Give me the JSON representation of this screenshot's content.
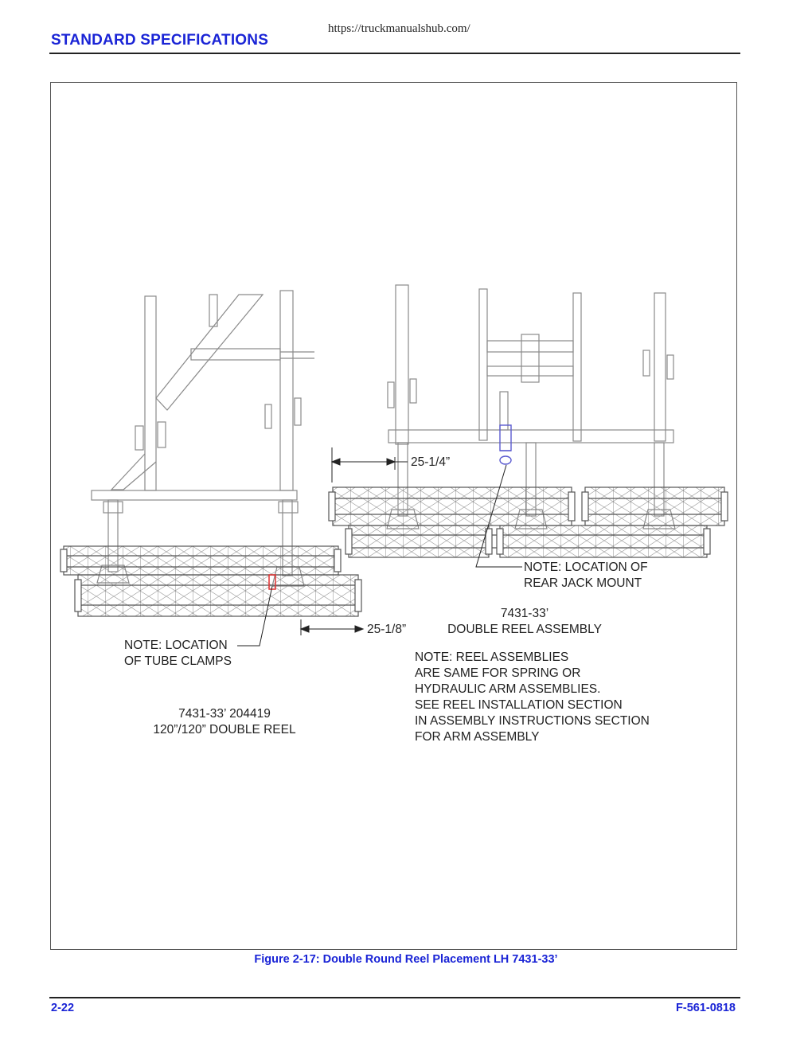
{
  "header": {
    "url": "https://truckmanualshub.com/",
    "section_title": "STANDARD SPECIFICATIONS"
  },
  "figure": {
    "dim_left": "25-1/8”",
    "dim_right": "25-1/4”",
    "note_tube_clamps": [
      "NOTE: LOCATION",
      "OF TUBE CLAMPS"
    ],
    "note_rear_jack": [
      "NOTE: LOCATION OF",
      "REAR JACK MOUNT"
    ],
    "label_right_assembly": [
      "7431-33’",
      "DOUBLE REEL ASSEMBLY"
    ],
    "label_left_assembly": [
      "7431-33’ 204419",
      "120”/120” DOUBLE REEL"
    ],
    "note_reel_assemblies": [
      "NOTE: REEL ASSEMBLIES",
      "ARE SAME FOR SPRING OR",
      "HYDRAULIC ARM ASSEMBLIES.",
      "SEE REEL INSTALLATION SECTION",
      "IN ASSEMBLY INSTRUCTIONS SECTION",
      "FOR ARM ASSEMBLY"
    ],
    "caption": "Figure 2-17:  Double Round Reel Placement LH 7431-33’"
  },
  "footer": {
    "page_number": "2-22",
    "doc_number": "F-561-0818"
  },
  "colors": {
    "accent_blue": "#1a24d6",
    "line_gray": "#8a8a8a",
    "jack_mount": "#5a5ad0",
    "tube_clamp": "#e03030"
  }
}
